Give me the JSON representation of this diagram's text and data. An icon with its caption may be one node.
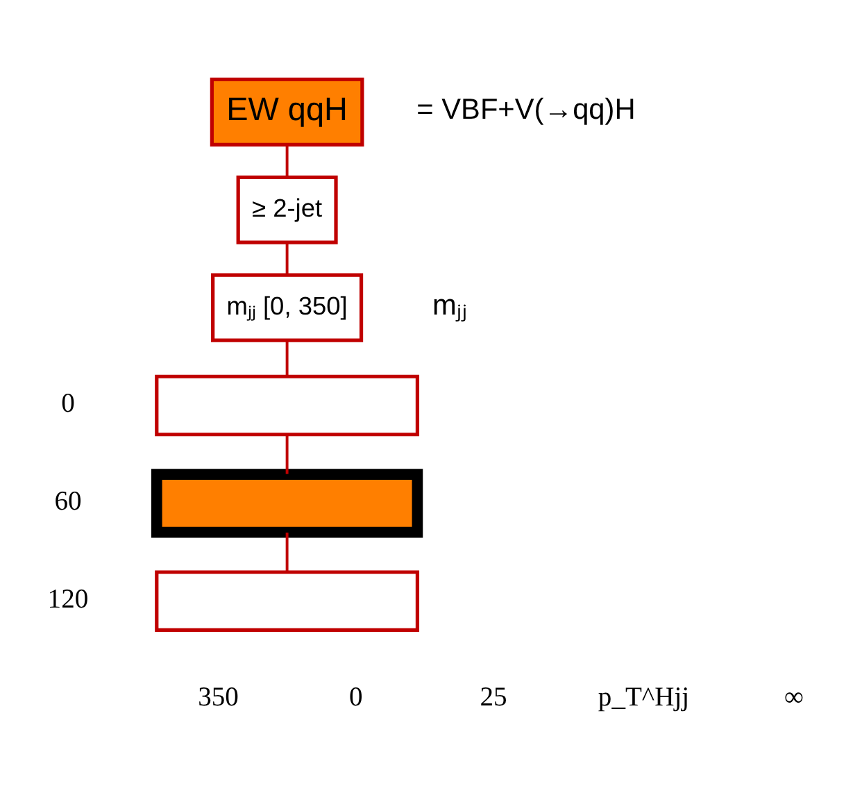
{
  "diagram": {
    "nodes": [
      {
        "text": [
          "EW qqH"
        ],
        "beside": [
          "= VBF+V(→qq)H"
        ]
      },
      {
        "text": [
          "≥ 2-jet"
        ]
      },
      {
        "text": [
          "mⱼⱼ [0, 350]"
        ],
        "beside": [
          "mⱼⱼ"
        ]
      },
      {
        "text": [],
        "shape": "box"
      },
      {
        "text": [],
        "shape": "box"
      },
      {
        "text": [],
        "shape": "box"
      }
    ],
    "edges": [
      {
        "from": 0,
        "to": 1,
        "arrow": "none"
      },
      {
        "from": 1,
        "to": 2,
        "arrow": "none"
      },
      {
        "from": 2,
        "to": 3,
        "arrow": "none"
      },
      {
        "from": 3,
        "to": 4,
        "arrow": "none"
      },
      {
        "from": 4,
        "to": 5,
        "arrow": "none"
      }
    ],
    "labels": [
      "0",
      "60",
      "120",
      "350",
      "0",
      "25",
      "p_T^Hjj",
      "∞"
    ]
  }
}
